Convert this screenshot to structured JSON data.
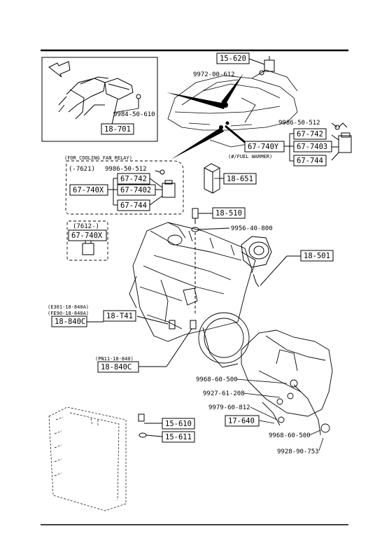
{
  "parts": {
    "p15_620": "15-620",
    "p9972_00_612": "9972-00-612",
    "p9984_50_610": "9984-50-610",
    "p18_701": "18-701",
    "p9986_50_512_right": "9986-50-512",
    "p67_742_right": "67-742",
    "p67_740Y": "67-740Y",
    "p67_7403": "67-7403",
    "p67_744_right": "67-744",
    "fuel_warmer_note": "(#/FUEL WARMER)",
    "p18_651": "18-651",
    "cooling_fan_note": "(FOR COOLING FAN RELAY)",
    "model_7621": "(-7621)",
    "p9986_50_512_left": "9986-50-512",
    "p67_742_left": "67-742",
    "p67_740X": "67-740X",
    "p67_7402": "67-7402",
    "p67_744_left": "67-744",
    "model_7612": "(7612-)",
    "p67_740X_b": "67-740X",
    "p18_510": "18-510",
    "p9956_40_800": "9956-40-800",
    "p18_501": "18-501",
    "note_e301": "(E301-18-840A)",
    "note_fe90": "(FE90-18-840A)",
    "p18_T41": "18-T41",
    "p18_840C_a": "18-840C",
    "note_pn11": "(PN11-18-840)",
    "p18_840C_b": "18-840C",
    "p9968_60_500_a": "9968-60-500",
    "p9927_61_208": "9927-61-208",
    "p9979_60_812": "9979-60-812",
    "p17_640": "17-640",
    "p9968_60_500_b": "9968-60-500",
    "p9928_90_753": "9928-90-753",
    "p15_610": "15-610",
    "p15_611": "15-611"
  }
}
